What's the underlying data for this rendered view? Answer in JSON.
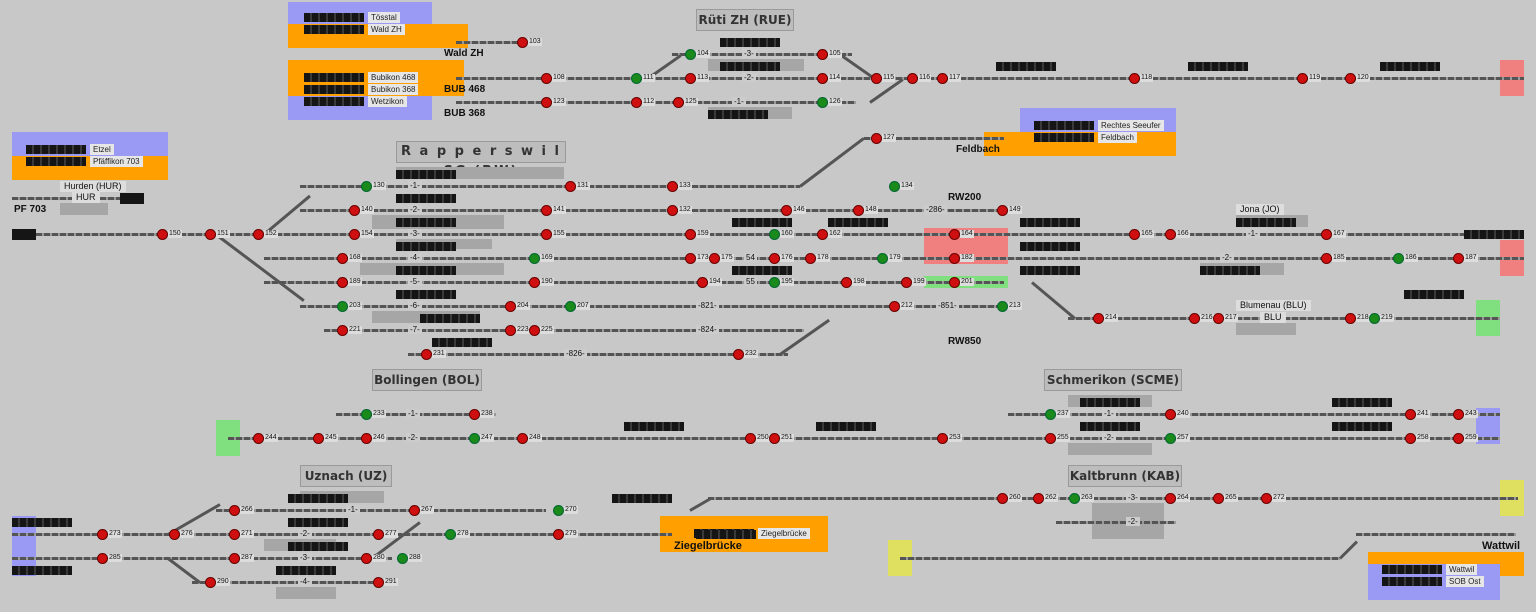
{
  "colors": {
    "background": "#c8c8c8",
    "lilac": "#9a9af5",
    "orange": "#ff9f00",
    "red_zone": "#f08080",
    "green_zone": "#80e080",
    "yellow_zone": "#e0e060"
  },
  "stations": {
    "rueti": "Rüti ZH (RUE)",
    "rapperswil": "R a p p e r s w i l  SG (RW)",
    "bollingen": "Bollingen (BOL)",
    "schmerikon": "Schmerikon (SCME)",
    "uznach": "Uznach (UZ)",
    "kaltbrunn": "Kaltbrunn (KAB)"
  },
  "places": {
    "wald": "Wald ZH",
    "bub468": "BUB 468",
    "bub368": "BUB 368",
    "feldbach": "Feldbach",
    "rw200": "RW200",
    "rw850": "RW850",
    "pf703": "PF 703",
    "hur": "HUR",
    "hurden": "Hurden (HUR)",
    "jona": "Jona (JO)",
    "blumenau": "Blumenau (BLU)",
    "blu": "BLU",
    "ziegelbruecke": "Ziegelbrücke",
    "wattwil": "Wattwil"
  },
  "panels": {
    "toesstal": [
      "Tösstal",
      "Wald ZH"
    ],
    "bubikon": [
      "Bubikon 468",
      "Bubikon 368",
      "Wetzikon"
    ],
    "etzel": [
      "Etzel",
      "Pfäffikon 703"
    ],
    "seeufer": [
      "Rechtes Seeufer",
      "Feldbach"
    ],
    "ziegel": [
      "Ziegelbrücke"
    ],
    "wattwil": [
      "Wattwil",
      "SOB Ost"
    ]
  },
  "tracks": {
    "rue": [
      "-3-",
      "-2-",
      "-1-"
    ],
    "rw": [
      "-1-",
      "-2-",
      "-3-",
      "-4-",
      "-5-",
      "-6-",
      "-7-"
    ],
    "rw_long": [
      "-826-",
      "-821-",
      "-824-",
      "-286-",
      "-851-"
    ],
    "rw_54": "54",
    "rw_55": "55",
    "jona": [
      "-1-",
      "-2-"
    ],
    "bol": [
      "-1-",
      "-2-"
    ],
    "scme": [
      "-1-",
      "-2-"
    ],
    "uz": [
      "-1-",
      "-2-",
      "-3-",
      "-4-"
    ],
    "kab": [
      "-3-",
      "-2-"
    ]
  },
  "signal_numbers": [
    "103",
    "108",
    "123",
    "104",
    "113",
    "125",
    "105",
    "114",
    "126",
    "117",
    "118",
    "119",
    "120",
    "111",
    "112",
    "115",
    "116",
    "127",
    "130",
    "140",
    "154",
    "168",
    "189",
    "203",
    "221",
    "131",
    "141",
    "155",
    "169",
    "190",
    "204",
    "223",
    "225",
    "207",
    "231",
    "232",
    "133",
    "132",
    "134",
    "148",
    "149",
    "146",
    "159",
    "160",
    "162",
    "164",
    "182",
    "178",
    "179",
    "173",
    "175",
    "176",
    "194",
    "195",
    "198",
    "199",
    "201",
    "212",
    "213",
    "214",
    "216",
    "217",
    "218",
    "219",
    "165",
    "166",
    "167",
    "185",
    "186",
    "187",
    "150",
    "151",
    "152",
    "233",
    "238",
    "244",
    "245",
    "246",
    "247",
    "248",
    "250",
    "251",
    "253",
    "237",
    "240",
    "241",
    "243",
    "255",
    "257",
    "258",
    "259",
    "266",
    "267",
    "270",
    "271",
    "273",
    "276",
    "277",
    "278",
    "279",
    "280",
    "285",
    "287",
    "288",
    "290",
    "291",
    "260",
    "262",
    "263",
    "264",
    "265",
    "272"
  ]
}
